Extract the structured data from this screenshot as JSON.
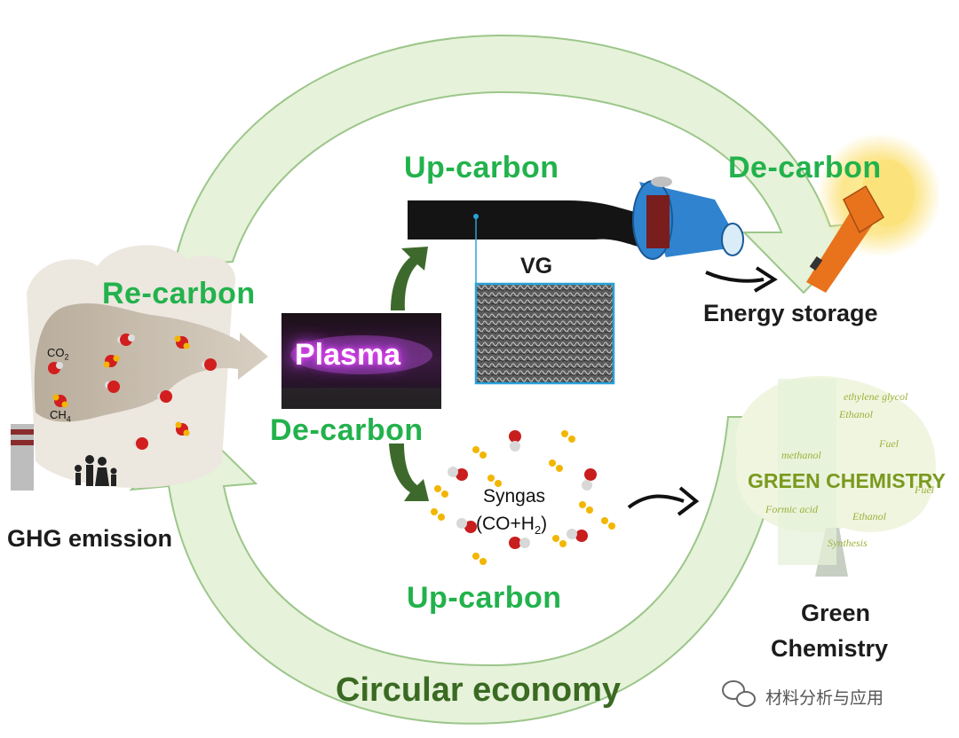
{
  "labels": {
    "up_carbon_top": "Up-carbon",
    "de_carbon_top": "De-carbon",
    "re_carbon": "Re-carbon",
    "plasma": "Plasma",
    "de_carbon_mid": "De-carbon",
    "vg": "VG",
    "energy_storage": "Energy storage",
    "co2_main": "CO",
    "co2_sub": "2",
    "ch4_main": "CH",
    "ch4_sub": "4",
    "ghg": "GHG emission",
    "syngas": "Syngas",
    "syngas_formula_a": "(CO+H",
    "syngas_formula_sub": "2",
    "syngas_formula_b": ")",
    "up_carbon_bottom": "Up-carbon",
    "green_chem_line1": "Green",
    "green_chem_line2": "Chemistry",
    "circular": "Circular economy",
    "watermark": "材料分析与应用"
  },
  "tree": {
    "title": "GREEN CHEMISTRY",
    "words": [
      "Ethanol",
      "Fuel",
      "methanol",
      "Formic acid",
      "Synthesis",
      "ethylene glycol",
      "Fuel",
      "Ethanol"
    ]
  },
  "colors": {
    "arrow_fill": "#e6f2d9",
    "arrow_stroke": "#9cc68a",
    "label_green": "#22b24c",
    "circular_text": "#3a6a22",
    "dark_arrow": "#3d6a2c"
  },
  "icons": [
    "factory-icon",
    "family-icon",
    "battery-icon",
    "flashlight-icon",
    "molecule-icon",
    "vg-sem-image",
    "tree-icon",
    "wechat-icon"
  ]
}
